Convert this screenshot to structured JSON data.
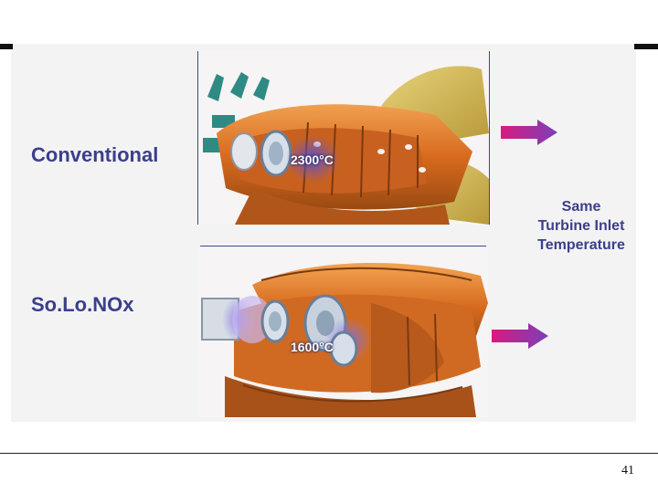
{
  "rows": {
    "conventional": {
      "label": "Conventional",
      "temperature": "2300°C"
    },
    "solonox": {
      "label": "So.Lo.NOx",
      "temperature": "1600°C"
    }
  },
  "side_note": {
    "lines": [
      "Same",
      "Turbine Inlet",
      "Temperature"
    ]
  },
  "page_number": "41",
  "colors": {
    "label_text": "#3b3f8a",
    "arrow_start": "#d81b7e",
    "arrow_end": "#7b3fb8",
    "combustor_orange": "#e07a2a",
    "flame_purple": "#6a5bd8"
  },
  "icons": {
    "arrow": "right-arrow-icon"
  }
}
